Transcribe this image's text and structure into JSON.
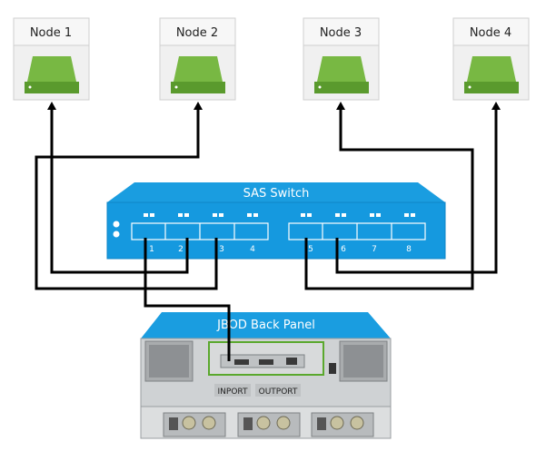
{
  "nodes": [
    {
      "label": "Node 1"
    },
    {
      "label": "Node 2"
    },
    {
      "label": "Node 3"
    },
    {
      "label": "Node 4"
    }
  ],
  "switch": {
    "title": "SAS Switch",
    "ports": [
      "1",
      "2",
      "3",
      "4",
      "5",
      "6",
      "7",
      "8"
    ]
  },
  "jbod": {
    "title": "JBOD Back Panel",
    "inport_label": "INPORT",
    "outport_label": "OUTPORT"
  },
  "colors": {
    "node_green": "#6db33f",
    "switch_blue": "#0e96dc",
    "cable": "#000000"
  }
}
